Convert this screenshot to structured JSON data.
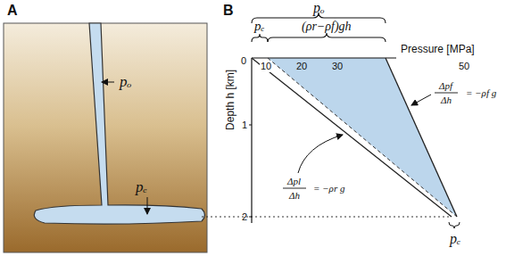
{
  "diagram": {
    "labels": [
      "A",
      "pₒ",
      "pₑ",
      "B",
      "pₒ",
      "pₑ",
      "(ρr−ρf)gh",
      "Pressure [MPa]",
      "10",
      "20",
      "30",
      "50",
      "0",
      "Depth h [km]",
      "1",
      "2",
      "Δpf",
      "Δh",
      "= −ρf g",
      "Δpl",
      "Δh",
      "= −ρr g",
      "pₑ"
    ]
  }
}
